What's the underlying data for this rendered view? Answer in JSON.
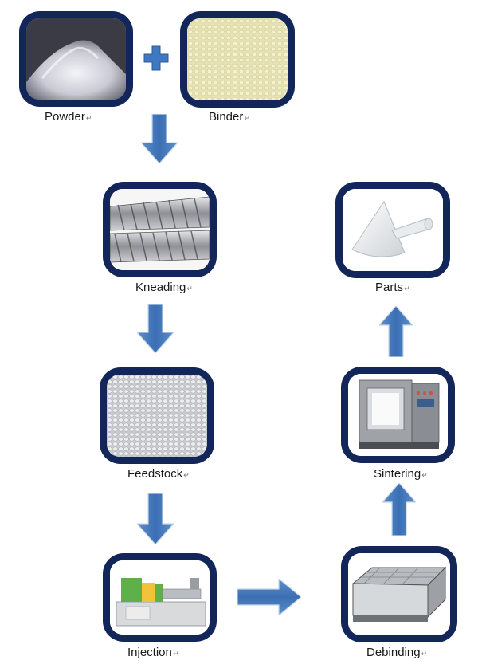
{
  "steps": {
    "powder": "Powder",
    "binder": "Binder",
    "kneading": "Kneading",
    "feedstock": "Feedstock",
    "injection": "Injection",
    "debinding": "Debinding",
    "sintering": "Sintering",
    "parts": "Parts"
  },
  "return_mark": "↵",
  "colors": {
    "frame": "#132659",
    "arrow": "#4a7fc0",
    "plus": "#3f78c3"
  }
}
